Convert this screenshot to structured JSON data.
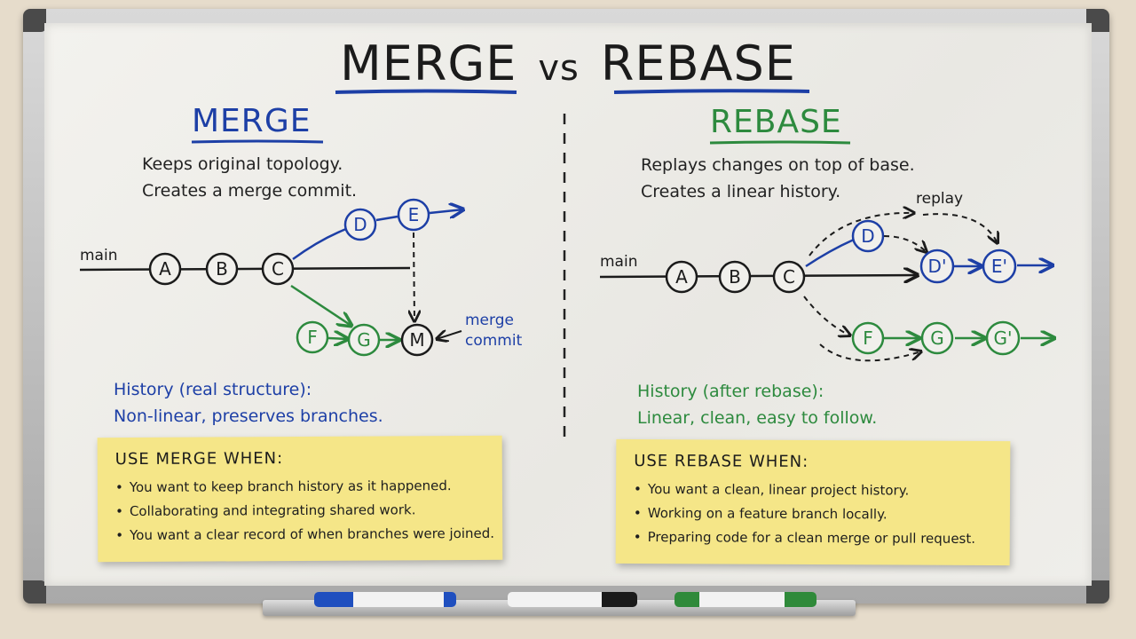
{
  "title": {
    "left": "MERGE",
    "vs": "vs",
    "right": "REBASE"
  },
  "merge": {
    "heading": "MERGE",
    "desc": [
      "Keeps original topology.",
      "Creates a merge commit."
    ],
    "branch_label": "main",
    "commits": {
      "a": "A",
      "b": "B",
      "c": "C",
      "d": "D",
      "e": "E",
      "f": "F",
      "g": "G",
      "m": "M"
    },
    "merge_commit_label": [
      "merge",
      "commit"
    ],
    "history": [
      "History (real structure):",
      "Non-linear, preserves branches."
    ],
    "note": {
      "heading": "USE MERGE WHEN:",
      "items": [
        "You want to keep branch history as it happened.",
        "Collaborating and integrating shared work.",
        "You want a clear record of when branches were joined."
      ]
    }
  },
  "rebase": {
    "heading": "REBASE",
    "desc": [
      "Replays changes on top of base.",
      "Creates a linear history."
    ],
    "branch_label": "main",
    "replay_label": "replay",
    "commits": {
      "a": "A",
      "b": "B",
      "c": "C",
      "d": "D",
      "d2": "D'",
      "e2": "E'",
      "f": "F",
      "g": "G",
      "g2": "G'"
    },
    "history": [
      "History (after rebase):",
      "Linear, clean, easy to follow."
    ],
    "note": {
      "heading": "USE REBASE WHEN:",
      "items": [
        "You want a clean, linear project history.",
        "Working on a feature branch locally.",
        "Preparing code for a clean merge or pull request."
      ]
    }
  },
  "markers": [
    {
      "color": "blue",
      "hex": "#1f4fbf"
    },
    {
      "color": "black",
      "hex": "#1a1a1a"
    },
    {
      "color": "green",
      "hex": "#2f8a3a"
    }
  ],
  "colors": {
    "ink_black": "#1b1b1b",
    "ink_blue": "#1d3fa6",
    "ink_green": "#2d8a3e",
    "note_yellow": "#f5e688"
  }
}
